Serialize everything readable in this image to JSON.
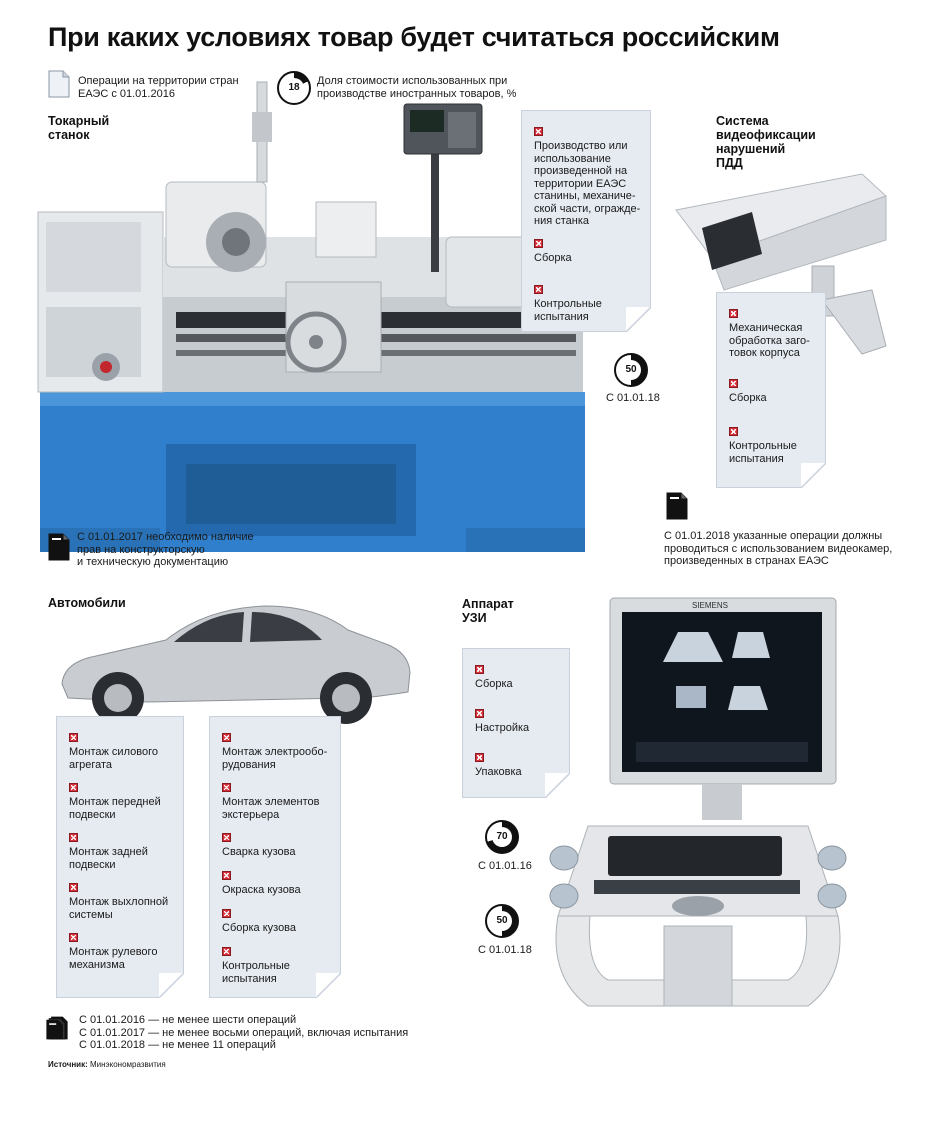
{
  "title": "При каких условиях товар будет считаться российским",
  "legend": {
    "operations_label_line1": "Операции на территории стран",
    "operations_label_line2": "ЕАЭС с 01.01.2016",
    "share_value": "18",
    "share_label_line1": "Доля стоимости использованных при",
    "share_label_line2": "производстве иностранных товаров, %"
  },
  "lathe": {
    "title_line1": "Токарный",
    "title_line2": "станок",
    "items": [
      [
        "Производство или",
        "использование",
        "произведенной на",
        "территории ЕАЭС",
        "станины, механиче-",
        "ской части, огражде-",
        "ния станка"
      ],
      [
        "Сборка"
      ],
      [
        "Контрольные",
        "испытания"
      ]
    ],
    "share_value": "50",
    "share_date": "С 01.01.18",
    "doc_note": [
      "С 01.01.2017 необходимо наличие",
      "прав на конструкторскую",
      "и техническую документацию"
    ]
  },
  "camera": {
    "title_lines": [
      "Система",
      "видеофиксации",
      "нарушений",
      "ПДД"
    ],
    "items": [
      [
        "Механическая",
        "обработка заго-",
        "товок корпуса"
      ],
      [
        "Сборка"
      ],
      [
        "Контрольные",
        "испытания"
      ]
    ],
    "doc_note": [
      "С 01.01.2018 указанные операции должны",
      "проводиться с использованием видеокамер,",
      "произведенных в странах ЕАЭС"
    ]
  },
  "cars": {
    "title": "Автомобили",
    "col1": [
      [
        "Монтаж силового",
        "агрегата"
      ],
      [
        "Монтаж передней",
        "подвески"
      ],
      [
        "Монтаж задней",
        "подвески"
      ],
      [
        "Монтаж выхлопной",
        "системы"
      ],
      [
        "Монтаж рулевого",
        "механизма"
      ]
    ],
    "col2": [
      [
        "Монтаж электрообо-",
        "рудования"
      ],
      [
        "Монтаж элементов",
        "экстерьера"
      ],
      [
        "Сварка кузова"
      ],
      [
        "Окраска кузова"
      ],
      [
        "Сборка кузова"
      ],
      [
        "Контрольные",
        "испытания"
      ]
    ],
    "notes": [
      "С 01.01.2016 — не менее шести операций",
      "С 01.01.2017 — не менее восьми операций, включая испытания",
      "С 01.01.2018 — не менее 11 операций"
    ]
  },
  "ultrasound": {
    "title_line1": "Аппарат",
    "title_line2": "УЗИ",
    "items": [
      [
        "Сборка"
      ],
      [
        "Настройка"
      ],
      [
        "Упаковка"
      ]
    ],
    "share1_value": "70",
    "share1_date": "С 01.01.16",
    "share2_value": "50",
    "share2_date": "С 01.01.18",
    "monitor_brand": "SIEMENS"
  },
  "source": {
    "label": "Источник:",
    "text": "Минэкономразвития"
  },
  "colors": {
    "check": "#d6323c",
    "note_bg": "#e6ebf2",
    "lathe_base": "#2f7fcc",
    "pie": "#111111"
  }
}
